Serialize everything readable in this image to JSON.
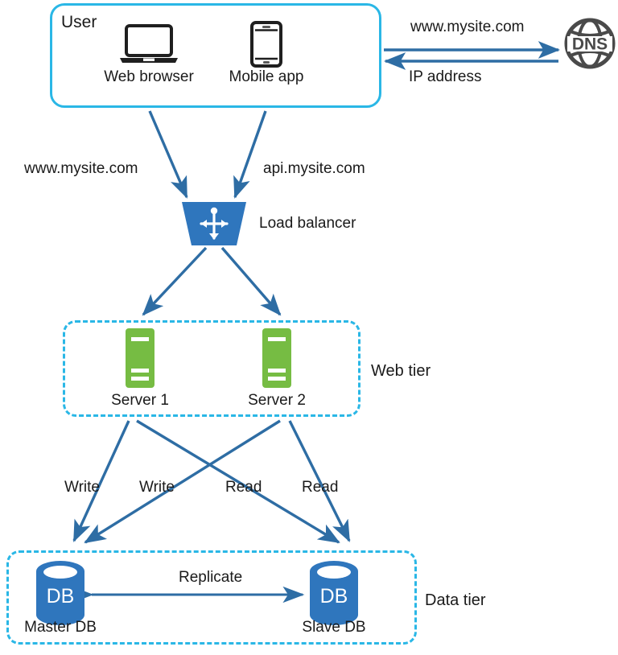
{
  "diagram": {
    "title": "Web application architecture with DNS, load balancer, web tier and data tier",
    "colors": {
      "cyan_border": "#2ab7e6",
      "arrow_blue": "#2e6da4",
      "server_green": "#76bc43",
      "db_blue": "#2f76bd",
      "lb_blue": "#2f76bd",
      "dns_gray": "#4a4a4a",
      "text": "#1a1a1a",
      "background": "#ffffff"
    }
  },
  "user_group": {
    "title": "User",
    "devices": [
      {
        "icon": "laptop-icon",
        "label": "Web browser"
      },
      {
        "icon": "mobile-phone-icon",
        "label": "Mobile app"
      }
    ]
  },
  "dns": {
    "icon": "globe-icon",
    "label": "DNS",
    "request_label": "www.mysite.com",
    "response_label": "IP address"
  },
  "user_to_lb": {
    "web_label": "www.mysite.com",
    "api_label": "api.mysite.com"
  },
  "load_balancer": {
    "icon": "distribute-arrows-icon",
    "label": "Load balancer"
  },
  "web_tier": {
    "label": "Web tier",
    "servers": [
      {
        "icon": "server-icon",
        "label": "Server 1"
      },
      {
        "icon": "server-icon",
        "label": "Server 2"
      }
    ]
  },
  "db_traffic": {
    "labels": [
      "Write",
      "Write",
      "Read",
      "Read"
    ]
  },
  "data_tier": {
    "label": "Data tier",
    "replicate_label": "Replicate",
    "databases": [
      {
        "icon": "database-cylinder-icon",
        "badge": "DB",
        "label": "Master DB"
      },
      {
        "icon": "database-cylinder-icon",
        "badge": "DB",
        "label": "Slave DB"
      }
    ]
  }
}
